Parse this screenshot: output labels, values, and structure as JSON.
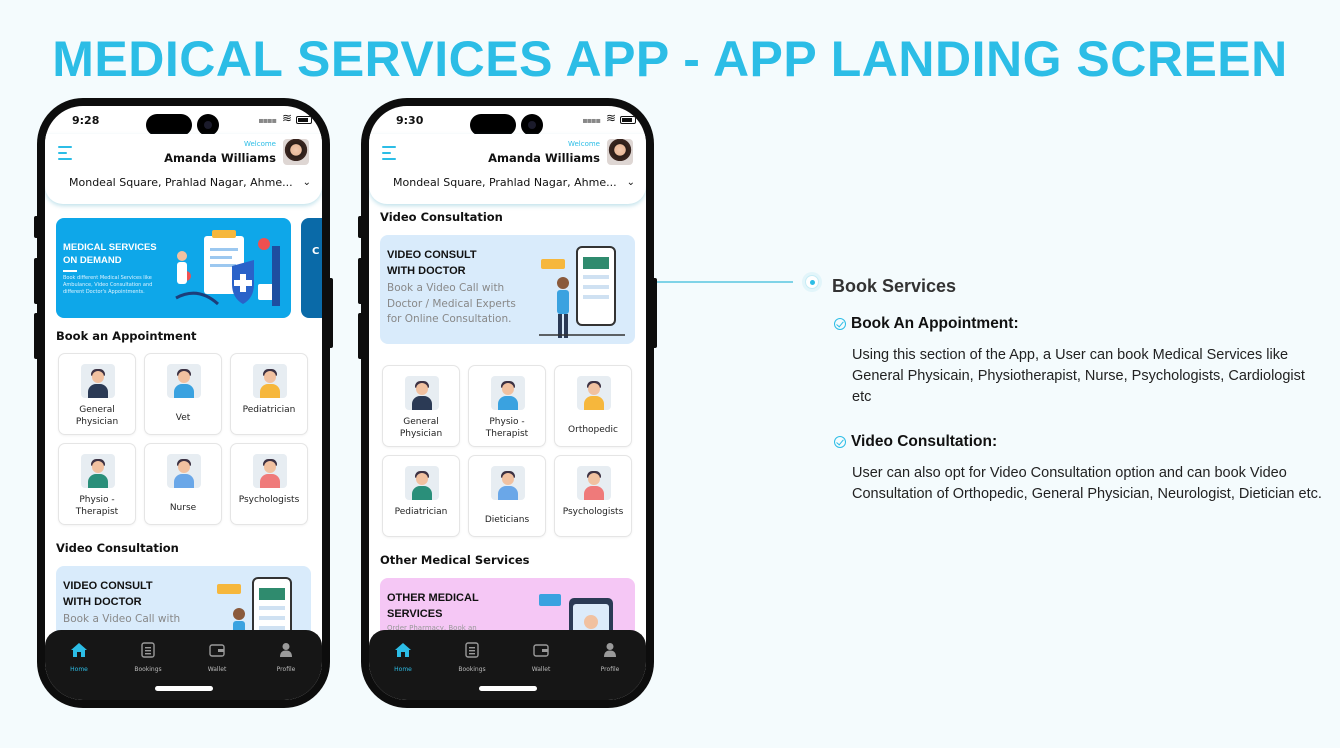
{
  "page_title": "MEDICAL SERVICES APP - APP LANDING SCREEN",
  "colors": {
    "accent": "#2cbde6",
    "tab_bar": "#161616",
    "banner_blue": "#0ea7e9"
  },
  "user": {
    "welcome": "Welcome",
    "name": "Amanda Williams",
    "location": "Mondeal Square, Prahlad Nagar, Ahme..."
  },
  "phone1": {
    "time": "9:28",
    "banner": {
      "title_line1": "MEDICAL SERVICES",
      "title_line2": "ON DEMAND",
      "subtitle": "Book different Medical Services like Ambulance, Video Consultation and different Doctor's Appointments.",
      "next_peek": "C T"
    },
    "book_title": "Book an Appointment",
    "services": [
      {
        "label": "General Physician",
        "icon": "doctor-icon"
      },
      {
        "label": "Vet",
        "icon": "vet-icon"
      },
      {
        "label": "Pediatrician",
        "icon": "pediatrician-icon"
      },
      {
        "label": "Physio - Therapist",
        "icon": "physio-icon"
      },
      {
        "label": "Nurse",
        "icon": "nurse-icon"
      },
      {
        "label": "Psychologists",
        "icon": "psychologist-icon"
      }
    ],
    "video_title": "Video Consultation",
    "video_banner": {
      "title_line1": "VIDEO CONSULT",
      "title_line2": "WITH DOCTOR",
      "subtitle": "Book a Video Call with Doctor / Medical Experts"
    }
  },
  "phone2": {
    "time": "9:30",
    "video_title": "Video Consultation",
    "video_banner": {
      "title_line1": "VIDEO CONSULT",
      "title_line2": "WITH DOCTOR",
      "subtitle": "Book a Video Call with Doctor / Medical Experts for Online Consultation."
    },
    "services": [
      {
        "label": "General Physician",
        "icon": "doctor-icon"
      },
      {
        "label": "Physio - Therapist",
        "icon": "physio-icon"
      },
      {
        "label": "Orthopedic",
        "icon": "orthopedic-icon"
      },
      {
        "label": "Pediatrician",
        "icon": "pediatrician-icon"
      },
      {
        "label": "Dieticians",
        "icon": "dietician-icon"
      },
      {
        "label": "Psychologists",
        "icon": "psychologist-icon"
      }
    ],
    "other_title": "Other Medical Services",
    "other_banner": {
      "title_line1": "OTHER MEDICAL",
      "title_line2": "SERVICES",
      "subtitle": "Order Pharmacy, Book an"
    }
  },
  "tabs": [
    {
      "label": "Home",
      "icon": "home-icon",
      "active": true
    },
    {
      "label": "Bookings",
      "icon": "bookings-icon",
      "active": false
    },
    {
      "label": "Wallet",
      "icon": "wallet-icon",
      "active": false
    },
    {
      "label": "Profile",
      "icon": "profile-icon",
      "active": false
    }
  ],
  "description": {
    "heading": "Book Services",
    "items": [
      {
        "title": "Book An Appointment:",
        "text": "Using this section of the App, a User can book Medical Services like General Physicain, Physiotherapist, Nurse, Psychologists, Cardiologist etc"
      },
      {
        "title": "Video Consultation:",
        "text": "User can also opt for Video Consultation option and can book Video Consultation of Orthopedic, General Physician, Neurologist, Dietician etc."
      }
    ]
  }
}
